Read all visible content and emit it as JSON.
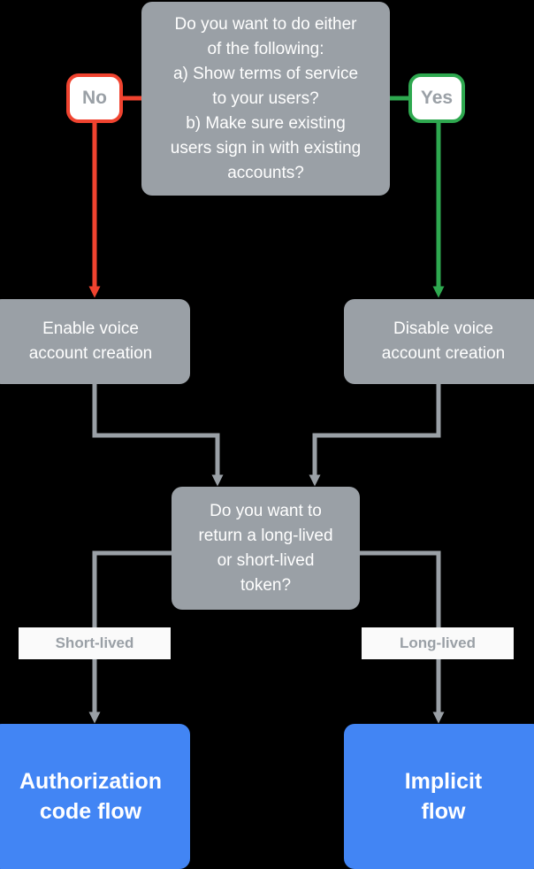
{
  "diagram": {
    "title": "Voice account creation and token flow decision chart",
    "background": "#000000",
    "colors": {
      "node_gray": "#9aa0a6",
      "node_blue": "#4285f4",
      "edge_gray": "#9aa0a6",
      "edge_red": "#f0432f",
      "edge_green": "#2ea84f",
      "chip_white": "#fafafa",
      "text_on_node": "#ffffff",
      "text_on_chip": "#9aa0a6"
    }
  },
  "nodes": {
    "decision_1": {
      "text": "Do you want to do either of the following:\na) Show terms of service to your users?\nb) Make sure existing users sign in with existing accounts?",
      "lines": [
        "Do you want to do either",
        "of the following:",
        "a) Show terms of service",
        "to your users?",
        "b) Make sure existing",
        "users sign in with existing",
        "accounts?"
      ],
      "shape": "rounded-rect",
      "fill": "#9aa0a6"
    },
    "enable_box": {
      "text": "Enable voice account creation",
      "lines": [
        "Enable voice",
        "account creation"
      ],
      "shape": "rounded-rect",
      "fill": "#9aa0a6"
    },
    "disable_box": {
      "text": "Disable voice account creation",
      "lines": [
        "Disable voice",
        "account creation"
      ],
      "shape": "rounded-rect",
      "fill": "#9aa0a6"
    },
    "decision_2": {
      "text": "Do you want to return a long-lived or short-lived token?",
      "lines": [
        "Do you want to",
        "return a long-lived",
        "or short-lived",
        "token?"
      ],
      "shape": "rounded-rect",
      "fill": "#9aa0a6"
    },
    "auth_flow": {
      "text": "Authorization code flow",
      "lines": [
        "Authorization",
        "code flow"
      ],
      "shape": "rounded-rect",
      "fill": "#4285f4"
    },
    "implicit_flow": {
      "text": "Implicit flow",
      "lines": [
        "Implicit",
        "flow"
      ],
      "shape": "rounded-rect",
      "fill": "#4285f4"
    }
  },
  "edge_labels": {
    "no": "No",
    "yes": "Yes",
    "short_lived": "Short-lived",
    "long_lived": "Long-lived"
  },
  "edges": [
    {
      "from": "decision_1",
      "to": "enable_box",
      "label": "No",
      "color": "#f0432f"
    },
    {
      "from": "decision_1",
      "to": "disable_box",
      "label": "Yes",
      "color": "#2ea84f"
    },
    {
      "from": "enable_box",
      "to": "decision_2",
      "label": "",
      "color": "#9aa0a6"
    },
    {
      "from": "disable_box",
      "to": "decision_2",
      "label": "",
      "color": "#9aa0a6"
    },
    {
      "from": "decision_2",
      "to": "auth_flow",
      "label": "Short-lived",
      "color": "#9aa0a6"
    },
    {
      "from": "decision_2",
      "to": "implicit_flow",
      "label": "Long-lived",
      "color": "#9aa0a6"
    }
  ]
}
